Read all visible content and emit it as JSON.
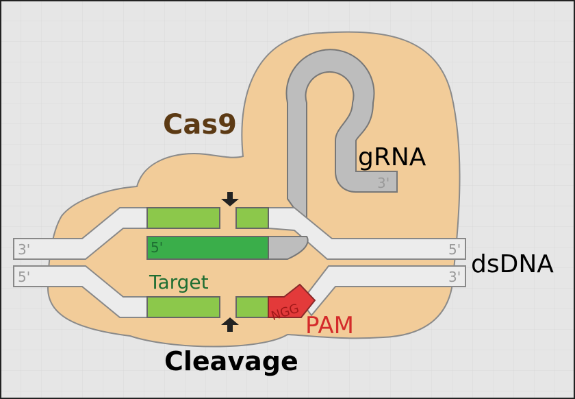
{
  "labels": {
    "protein": "Cas9",
    "guide": "gRNA",
    "guide_end": "3'",
    "duplex": "dsDNA",
    "top_left_end": "3'",
    "top_right_end": "5'",
    "bottom_left_end": "5'",
    "bottom_right_end": "3'",
    "guide_seq_end": "5'",
    "target": "Target",
    "pam_seq": "NGG",
    "pam": "PAM",
    "cleavage": "Cleavage"
  },
  "colors": {
    "background": "#e6e6e6",
    "protein_fill": "#f2cc99",
    "protein_label": "#5c3a14",
    "strand_fill": "#ececec",
    "grna_fill": "#bdbdbd",
    "target_light": "#8cc84b",
    "target_dark": "#3aae4a",
    "target_label": "#1e6e32",
    "pam_fill": "#e33a3a",
    "pam_label": "#d42a2a",
    "end_label": "#999999",
    "text": "#000000"
  }
}
